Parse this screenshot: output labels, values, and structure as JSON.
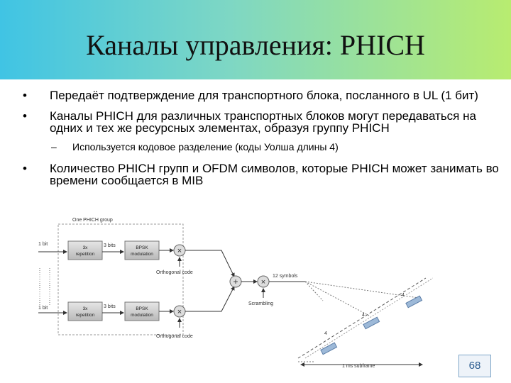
{
  "title": "Каналы управления: PHICH",
  "bullets": [
    {
      "marker": "•",
      "text": "Передаёт подтверждение для транспортного блока, посланного в UL (1 бит)"
    },
    {
      "marker": "•",
      "text": "Каналы PHICH для различных транспортных блоков могут передаваться на одних и тех же ресурсных элементах, образуя группу PHICH"
    },
    {
      "marker": "•",
      "text": "Количество PHICH групп и OFDM символов, которые PHICH может занимать во времени сообщается в MIB"
    }
  ],
  "sub_bullet": {
    "marker": "–",
    "text": "Используется кодовое разделение (коды Уолша длины 4)"
  },
  "diagram": {
    "group_label": "One PHICH group",
    "input_1": "1 bit",
    "input_2": "1 bit",
    "repetition_1": [
      "3x",
      "repetition"
    ],
    "repetition_2": [
      "3x",
      "repetition"
    ],
    "bits_1": "3 bits",
    "bits_2": "3 bits",
    "bpsk_1": [
      "BPSK",
      "modulation"
    ],
    "bpsk_2": [
      "BPSK",
      "modulation"
    ],
    "orthogonal_1": "Orthogonal code",
    "orthogonal_2": "Orthogonal code",
    "symbols": "12 symbols",
    "scrambling": "Scrambling",
    "group_count_labels": [
      "4",
      "4",
      "4"
    ],
    "subframe": "1 ms subframe"
  },
  "slide_number": "68"
}
